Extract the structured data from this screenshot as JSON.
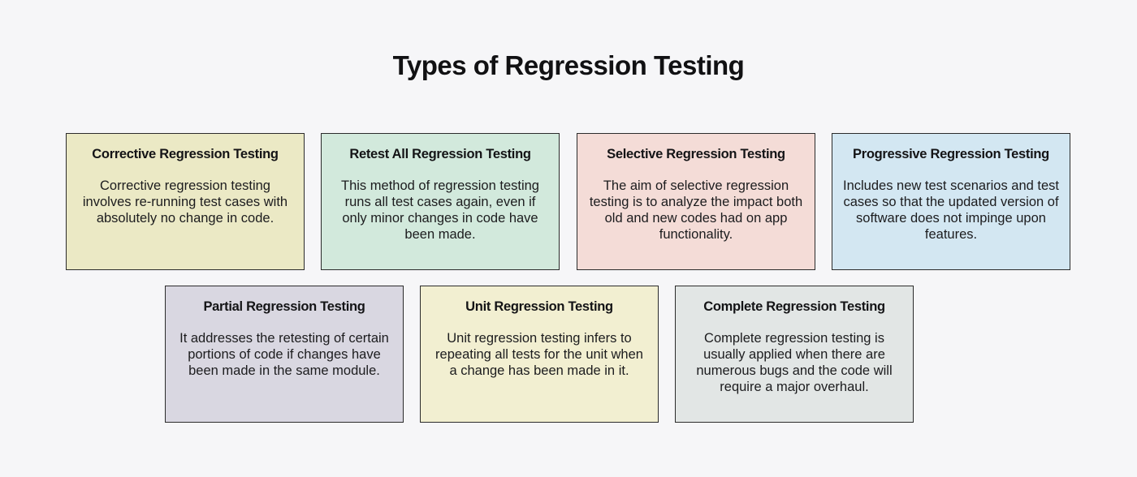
{
  "page": {
    "title": "Types of Regression Testing",
    "background_color": "#f6f6f8",
    "border_color": "#2b2b2b"
  },
  "cards": [
    {
      "title": "Corrective Regression Testing",
      "body": "Corrective regression testing involves re-running test cases with absolutely no change in code.",
      "bg": "#ebe9c5"
    },
    {
      "title": "Retest All Regression Testing",
      "body": "This method of regression testing runs all test cases again, even if only minor changes in code have been made.",
      "bg": "#d2e9dc"
    },
    {
      "title": "Selective Regression Testing",
      "body": "The aim of selective regression testing is to analyze the impact both old and new codes had on app functionality.",
      "bg": "#f4dcd7"
    },
    {
      "title": "Progressive Regression Testing",
      "body": "Includes new test scenarios and test cases so that the updated version of software does not impinge upon features.",
      "bg": "#d3e7f2"
    },
    {
      "title": "Partial Regression Testing",
      "body": "It addresses the retesting of certain portions of code if changes have been made in the same module.",
      "bg": "#d9d7e1"
    },
    {
      "title": "Unit Regression Testing",
      "body": "Unit regression testing infers to repeating all tests for the unit when a change has been made in it.",
      "bg": "#f2efd1"
    },
    {
      "title": "Complete Regression Testing",
      "body": "Complete regression testing is usually applied when there are numerous bugs and the code will require a major overhaul.",
      "bg": "#e2e6e5"
    }
  ]
}
